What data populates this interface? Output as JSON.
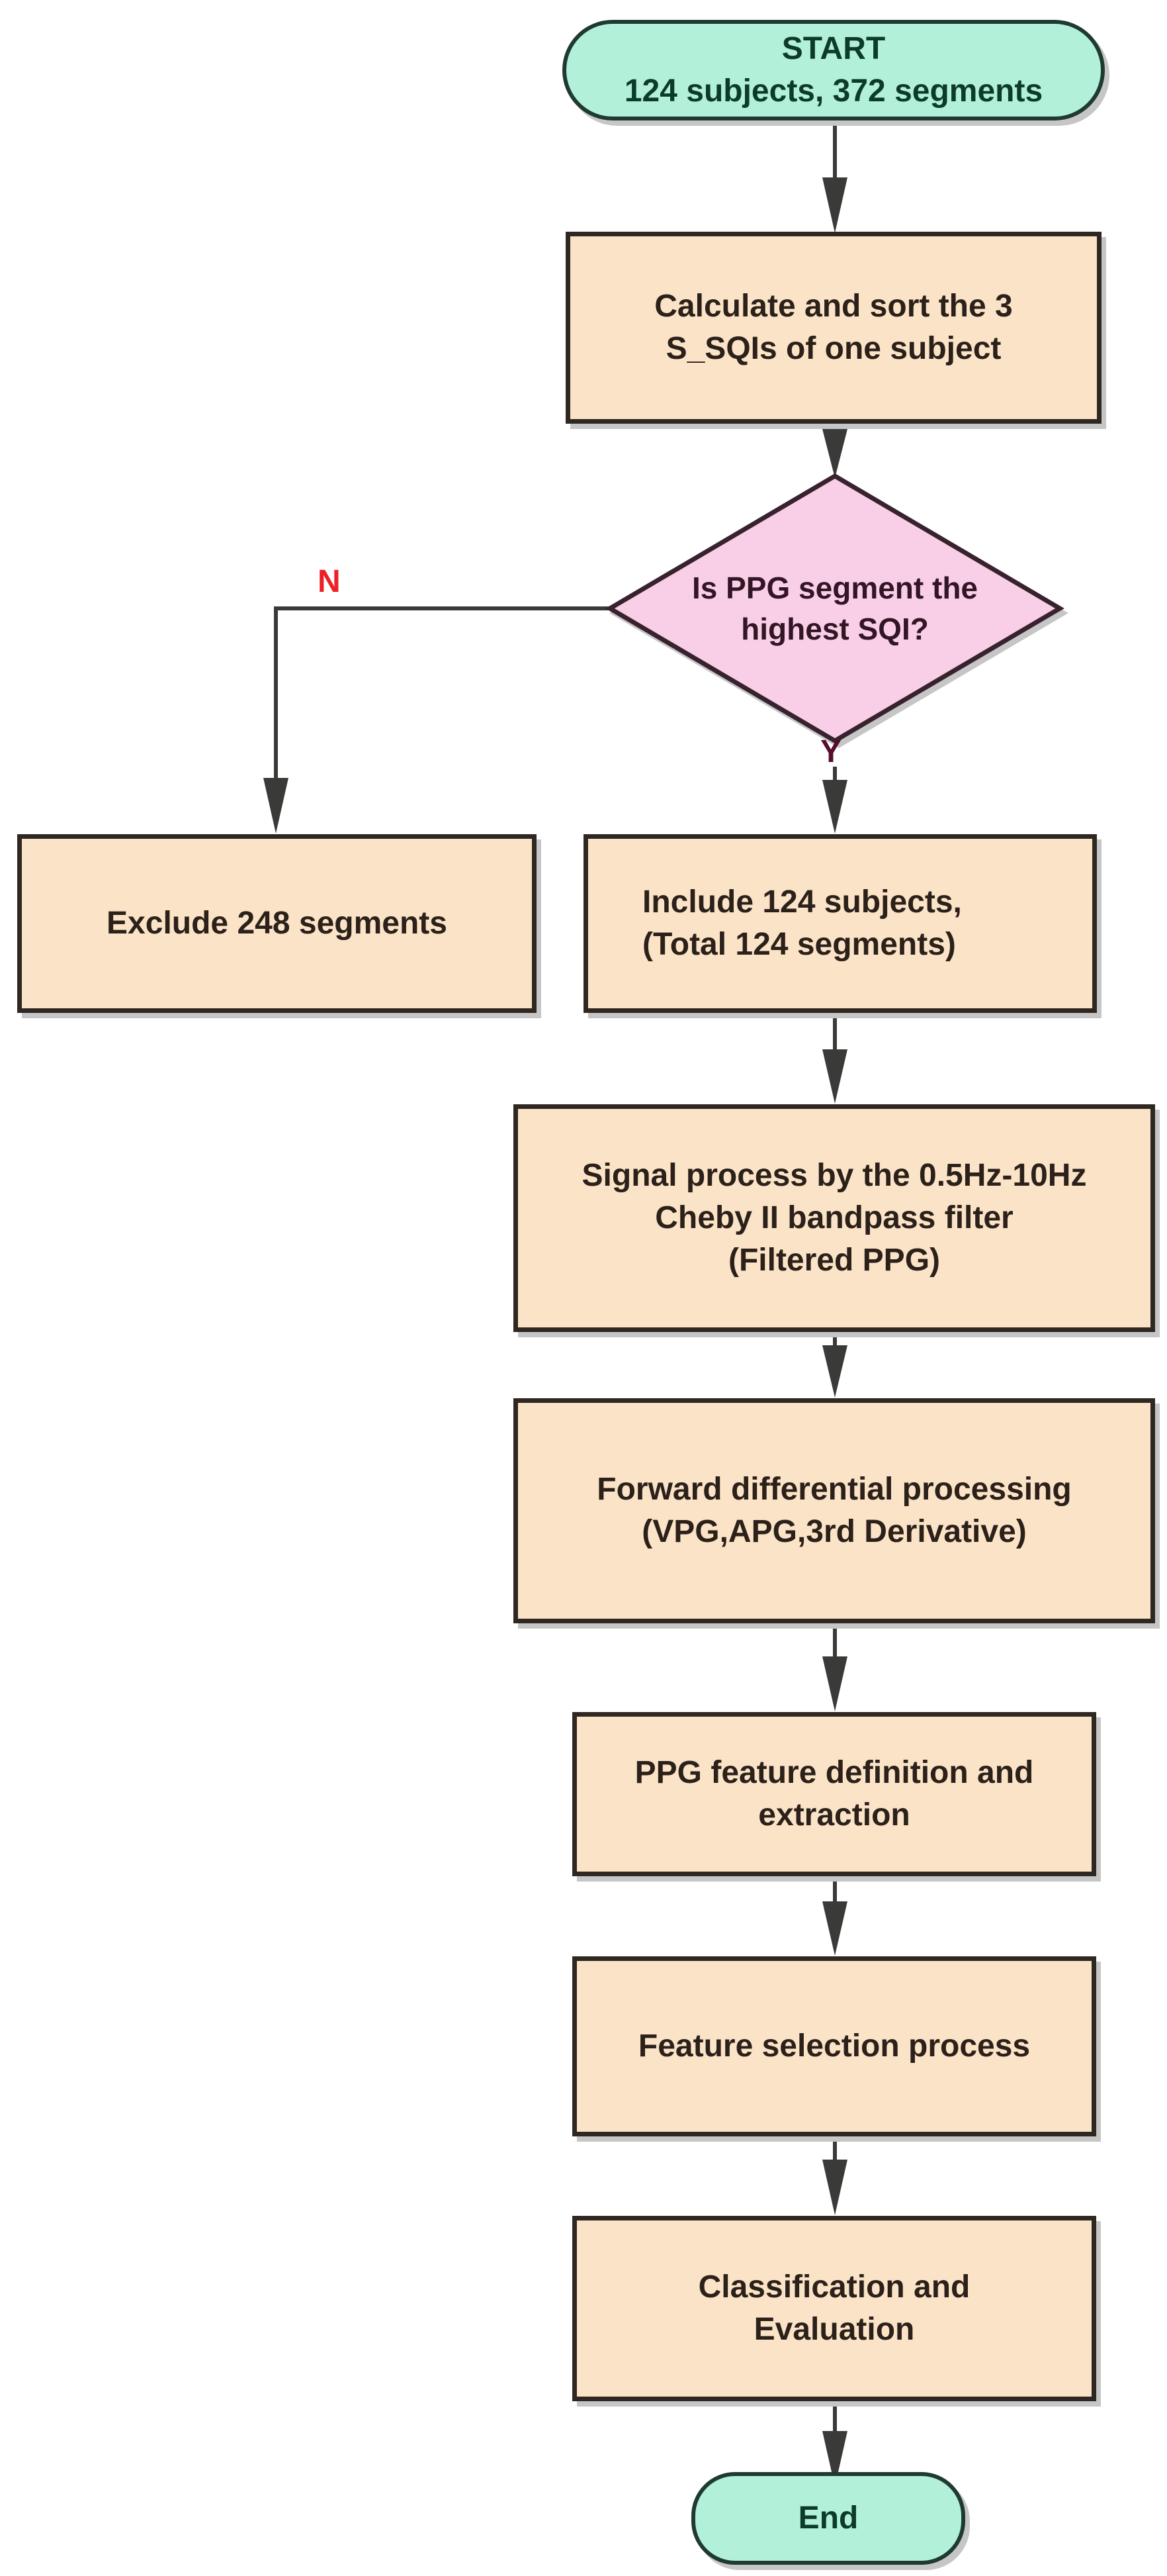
{
  "flowchart": {
    "nodes": {
      "start": {
        "type": "terminator",
        "lines": [
          "START",
          "124 subjects, 372 segments"
        ]
      },
      "calculate": {
        "type": "process",
        "lines": [
          "Calculate and sort the 3",
          "S_SQIs of one subject"
        ]
      },
      "decision": {
        "type": "decision",
        "lines": [
          "Is PPG segment the",
          "highest SQI?"
        ]
      },
      "exclude": {
        "type": "process",
        "lines": [
          "Exclude 248 segments"
        ]
      },
      "include": {
        "type": "process",
        "lines": [
          "Include 124 subjects,",
          "(Total 124 segments)"
        ]
      },
      "signal": {
        "type": "process",
        "lines": [
          "Signal process by the 0.5Hz-10Hz",
          "Cheby II bandpass filter",
          "(Filtered PPG)"
        ]
      },
      "forward": {
        "type": "process",
        "lines": [
          "Forward differential processing",
          "(VPG,APG,3rd Derivative)"
        ]
      },
      "ppg_feature": {
        "type": "process",
        "lines": [
          "PPG feature definition and",
          "extraction"
        ]
      },
      "feature_selection": {
        "type": "process",
        "lines": [
          "Feature selection process"
        ]
      },
      "classification": {
        "type": "process",
        "lines": [
          "Classification and",
          "Evaluation"
        ]
      },
      "end": {
        "type": "terminator",
        "lines": [
          "End"
        ]
      }
    },
    "branch_labels": {
      "no": "N",
      "yes": "Y"
    },
    "edges": [
      {
        "from": "start",
        "to": "calculate"
      },
      {
        "from": "calculate",
        "to": "decision"
      },
      {
        "from": "decision",
        "to": "exclude",
        "label": "N"
      },
      {
        "from": "decision",
        "to": "include",
        "label": "Y"
      },
      {
        "from": "include",
        "to": "signal"
      },
      {
        "from": "signal",
        "to": "forward"
      },
      {
        "from": "forward",
        "to": "ppg_feature"
      },
      {
        "from": "ppg_feature",
        "to": "feature_selection"
      },
      {
        "from": "feature_selection",
        "to": "classification"
      },
      {
        "from": "classification",
        "to": "end"
      }
    ],
    "colors": {
      "terminator_fill": "#b2f0da",
      "terminator_border": "#1f3a31",
      "terminator_text": "#0d3b2a",
      "process_fill": "#fbe3c7",
      "process_border": "#2f2822",
      "process_text": "#2b211a",
      "decision_fill": "#f9cfe7",
      "decision_border": "#38222e",
      "decision_text": "#331625",
      "branch_no": "#ec2027",
      "branch_yes": "#570d2d",
      "connector": "#3a3a38",
      "shadow": "#c6c6c6",
      "background": "#ffffff"
    }
  }
}
